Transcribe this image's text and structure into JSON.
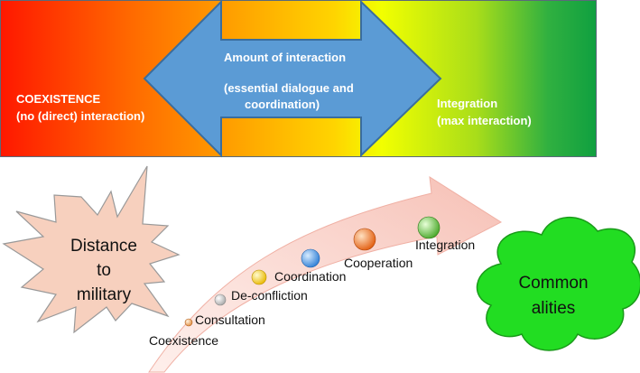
{
  "band": {
    "left_title": "COEXISTENCE",
    "left_sub": "(no (direct) interaction)",
    "arrow_title": "Amount of interaction",
    "arrow_sub1": "(essential dialogue and",
    "arrow_sub2": "coordination)",
    "right_title": "Integration",
    "right_sub": "(max interaction)"
  },
  "star": {
    "line1": "Distance",
    "line2": "to",
    "line3": "military"
  },
  "cloud": {
    "line1": "Common",
    "line2": "alities"
  },
  "stages": [
    {
      "label": "Coexistence",
      "color": "#e08a3a"
    },
    {
      "label": "Consultation",
      "color": "#e08a3a"
    },
    {
      "label": "De-confliction",
      "color": "#b8b8b8"
    },
    {
      "label": "Coordination",
      "color": "#f4c400"
    },
    {
      "label": "Cooperation",
      "color": "#3a86d8"
    },
    {
      "label": "Integration",
      "color": "#e8721c"
    }
  ],
  "colors": {
    "double_arrow": "#5b9bd5",
    "star_fill": "#f7d0be",
    "cloud_fill": "#22dd22",
    "curved_arrow": "#f6c2b8"
  }
}
